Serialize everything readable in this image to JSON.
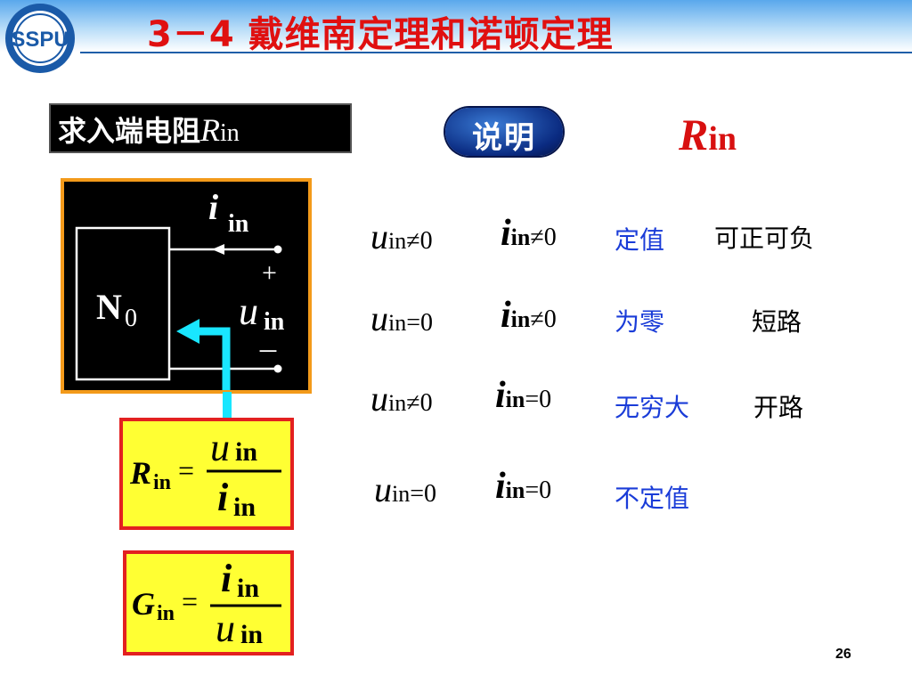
{
  "header": {
    "title": "3－4 戴维南定理和诺顿定理",
    "logo_text": "SSPU"
  },
  "label": {
    "prefix": "求入端电阻",
    "var": "R",
    "sub": "in"
  },
  "pill": {
    "text": "说明"
  },
  "big_symbol": {
    "var": "R",
    "sub": "in"
  },
  "circuit": {
    "block_label": "N",
    "block_sub": "0",
    "current_var": "i",
    "current_sub": "in",
    "voltage_var": "u",
    "voltage_sub": "in",
    "plus": "+",
    "minus": "－"
  },
  "formula_r": {
    "lhs_var": "R",
    "lhs_sub": "in",
    "eq": "=",
    "num_var": "u",
    "num_sub": "in",
    "den_var": "i",
    "den_sub": "in"
  },
  "formula_g": {
    "lhs_var": "G",
    "lhs_sub": "in",
    "eq": "=",
    "num_var": "i",
    "num_sub": "in",
    "den_var": "u",
    "den_sub": "in"
  },
  "rows": [
    {
      "u_rel": "≠0",
      "i_rel": "≠0",
      "blue": "定值",
      "black": "可正可负"
    },
    {
      "u_rel": "=0",
      "i_rel": "≠0",
      "blue": "为零",
      "black": "短路"
    },
    {
      "u_rel": "≠0",
      "i_rel": "=0",
      "blue": "无穷大",
      "black": "开路"
    },
    {
      "u_rel": "=0",
      "i_rel": "=0",
      "blue": "不定值",
      "black": ""
    }
  ],
  "vars": {
    "u": "u",
    "i": "i",
    "sub": "in"
  },
  "page_number": "26",
  "colors": {
    "title_red": "#e01010",
    "header_blue": "#5aa8ec",
    "blue_text": "#1a3cd8",
    "box_yellow": "#ffff33",
    "box_red": "#e32020",
    "circuit_orange": "#f39a1a",
    "arrow_cyan": "#19e6ff"
  }
}
